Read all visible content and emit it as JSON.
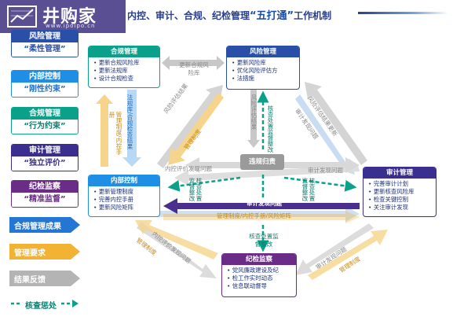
{
  "header": {
    "logo_text": "井购家",
    "logo_url": "www.ipoipo.cn",
    "title_prefix": "内控、审计、合规、纪检管理",
    "title_highlight": "“五打通”",
    "title_suffix": "工作机制"
  },
  "legend": {
    "items": [
      {
        "title": "风险管理",
        "subtitle": "“柔性管理”"
      },
      {
        "title": "内部控制",
        "subtitle": "“刚性约束”"
      },
      {
        "title": "合规管理",
        "subtitle": "“行为约束”"
      },
      {
        "title": "审计管理",
        "subtitle": "“独立评价”"
      },
      {
        "title": "纪检监察",
        "subtitle": "“精准监督”"
      }
    ],
    "arrows": [
      "合规管理成果",
      "管理要求",
      "结果反馈",
      "核查惩处"
    ]
  },
  "colors": {
    "risk": "#2a4fa8",
    "internal": "#1f8fe6",
    "compliance": "#0aa08a",
    "audit": "#3a2f8f",
    "discipline": "#6a2c86",
    "blue_arrow": "#2476d4",
    "yellow_arrow": "#f2b234",
    "gray_arrow": "#b4b4b4",
    "teal": "#0aa08a"
  },
  "boxes": {
    "compliance": {
      "title": "合规管理",
      "items": [
        "更新合规风险库",
        "更新法规库",
        "设计合规检查"
      ]
    },
    "risk": {
      "title": "风险管理",
      "items": [
        "更新风险库",
        "优化风险评估方",
        "法措施"
      ]
    },
    "internal": {
      "title": "内部控制",
      "items": [
        "更新管理制度",
        "完善内控手册",
        "更新风险矩阵"
      ]
    },
    "audit": {
      "title": "审计管理",
      "items": [
        "完善审计计划",
        "更新核查风险库",
        "检查关键控制",
        "关注审计发现"
      ]
    },
    "discipline": {
      "title": "纪检监察",
      "items": [
        "党风廉政建设及纪",
        "检工作实时动态",
        "信息联动督导"
      ]
    }
  },
  "center": {
    "label": "违规归责"
  },
  "labels": {
    "update_compliance_risk": "更新合规风险库",
    "risk_eval": "风险评估结果",
    "mgmt_system_1": "管理制度",
    "regulation_check": "法规库/合规检查结果",
    "mgmt_system_manual": "管理制度/内控手册",
    "risk_eval_result": "风险评估结果",
    "verify_1": "核查处置监督整改",
    "risk_eval_upd": "风险评估结果更新",
    "audit_findings_1": "审计发现问题",
    "internal_findings_1": "内控评价发现问题",
    "verify_2": "核查处置监督整改",
    "verify_3": "核查处置监督整改",
    "internal_findings_2": "内控评价发现问题",
    "audit_findings_2": "审计发现问题",
    "audit_findings_main": "审计发现问题",
    "mgmt_manual_matrix": "管理制度/内控手册/风险矩阵",
    "verify_4": "核查处置监督整改",
    "mgmt_system_2": "管理制度",
    "internal_findings_3": "内控评价发现问题",
    "audit_findings_3": "审计发现问题",
    "mgmt_system_3": "管理制度"
  }
}
